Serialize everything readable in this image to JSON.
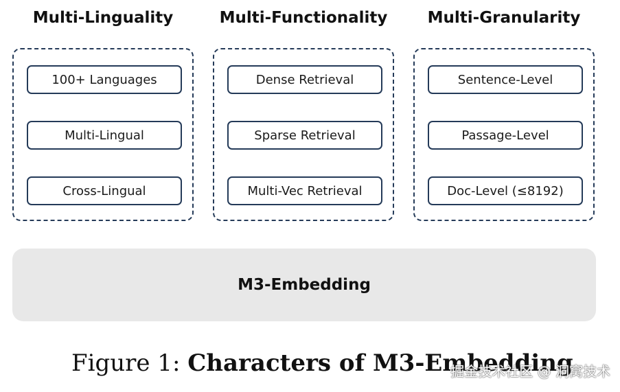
{
  "columns": [
    {
      "title": "Multi-Linguality",
      "items": [
        "100+ Languages",
        "Multi-Lingual",
        "Cross-Lingual"
      ]
    },
    {
      "title": "Multi-Functionality",
      "items": [
        "Dense Retrieval",
        "Sparse Retrieval",
        "Multi-Vec Retrieval"
      ]
    },
    {
      "title": "Multi-Granularity",
      "items": [
        "Sentence-Level",
        "Passage-Level",
        "Doc-Level (≤8192)"
      ]
    }
  ],
  "base": {
    "label": "M3-Embedding"
  },
  "caption": {
    "prefix": "Figure 1: ",
    "text": "Characters of M3-Embedding"
  },
  "watermark": {
    "text": "掘金技术社区 @ 洞窝技术"
  },
  "colors": {
    "border": "#243a58",
    "base_fill": "#e8e8e8",
    "text": "#111111"
  }
}
